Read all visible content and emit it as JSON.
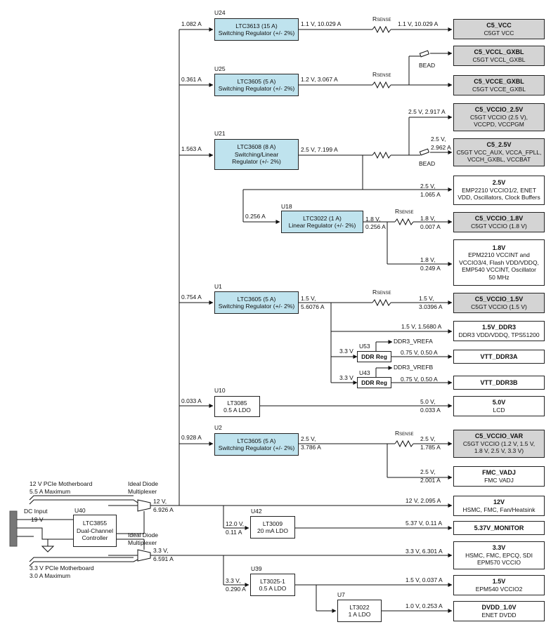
{
  "regulators": {
    "u24": {
      "ref": "U24",
      "line1": "LTC3613 (15 A)",
      "line2": "Switching Regulator (+/- 2%)",
      "in_current": "1.082 A",
      "out": "1.1 V, 10.029 A"
    },
    "u25": {
      "ref": "U25",
      "line1": "LTC3605 (5 A)",
      "line2": "Switching Regulator (+/- 2%)",
      "in_current": "0.361 A",
      "out": "1.2 V, 3.067 A"
    },
    "u21": {
      "ref": "U21",
      "line1": "LTC3608 (8 A)",
      "line2": "Switching/Linear",
      "line3": "Regulator (+/- 2%)",
      "in_current": "1.563 A",
      "out": "2.5 V, 7.199 A"
    },
    "u18": {
      "ref": "U18",
      "line1": "LTC3022 (1 A)",
      "line2": "Linear Regulator (+/- 2%)",
      "in_current": "0.256 A",
      "out_v": "1.8 V,",
      "out_a": "0.256 A"
    },
    "u1": {
      "ref": "U1",
      "line1": "LTC3605 (5 A)",
      "line2": "Switching Regulator (+/- 2%)",
      "in_current": "0.754 A",
      "out_v": "1.5 V,",
      "out_a": "5.6076 A"
    },
    "u10": {
      "ref": "U10",
      "line1": "LT3085",
      "line2": "0.5 A LDO",
      "in_current": "0.033 A"
    },
    "u2": {
      "ref": "U2",
      "line1": "LTC3605 (5 A)",
      "line2": "Switching Regulator (+/- 2%)",
      "in_current": "0.928 A",
      "out_v": "2.5 V,",
      "out_a": "3.786 A"
    },
    "u53": {
      "ref": "U53",
      "label": "DDR Reg",
      "in": "3.3 V",
      "vref": "DDR3_VREFA",
      "out": "0.75 V, 0.50 A"
    },
    "u43": {
      "ref": "U43",
      "label": "DDR Reg",
      "in": "3.3 V",
      "vref": "DDR3_VREFB",
      "out": "0.75 V, 0.50 A"
    },
    "u42": {
      "ref": "U42",
      "line1": "LT3009",
      "line2": "20 mA LDO",
      "in_v": "12.0 V,",
      "in_a": "0.11 A",
      "out": "5.37 V, 0.11 A"
    },
    "u39": {
      "ref": "U39",
      "line1": "LT3025-1",
      "line2": "0.5 A LDO",
      "in_v": "3.3 V,",
      "in_a": "0.290 A",
      "out": "1.5 V, 0.037 A"
    },
    "u7": {
      "ref": "U7",
      "line1": "LT3022",
      "line2": "1 A LDO",
      "out": "1.0 V, 0.253 A"
    },
    "u40": {
      "ref": "U40",
      "line1": "LTC3855",
      "line2": "Dual-Channel",
      "line3": "Controller"
    }
  },
  "labels": {
    "rsense": "R",
    "rsense_sub": "SENSE",
    "bead": "BEAD",
    "dc_input": "DC Input",
    "dc_v": "19 V",
    "pcie12_1": "12 V PCIe Motherboard",
    "pcie12_2": "5.5 A Maximum",
    "pcie33_1": "3.3 V PCIe Motherboard",
    "pcie33_2": "3.0 A Maximum",
    "idm_1": "Ideal Diode",
    "idm_2": "Multiplexer",
    "rail12_v": "12 V,",
    "rail12_a": "6.926 A",
    "rail33_v": "3.3 V,",
    "rail33_a": "6.591 A"
  },
  "branch_labels": {
    "c5vcc": "1.1 V, 10.029 A",
    "vcce": "",
    "vccio25": "2.5 V, 2.917 A",
    "c525_v": "2.5 V,",
    "c525_a": "2.962 A",
    "rail25_v": "2.5 V,",
    "rail25_a": "1.065 A",
    "vccio18_v": "1.8 V,",
    "vccio18_a": "0.007 A",
    "rail18_v": "1.8 V,",
    "rail18_a": "0.249 A",
    "vccio15_v": "1.5 V,",
    "vccio15_a": "3.0396 A",
    "ddr3": "1.5 V, 1.5680 A",
    "lcd_v": "5.0 V,",
    "lcd_a": "0.033 A",
    "vccvar_v": "2.5 V,",
    "vccvar_a": "1.785 A",
    "fmc_v": "2.5 V,",
    "fmc_a": "2.001 A",
    "rail12": "12 V, 2.095 A",
    "rail33": "3.3 V, 6.301 A"
  },
  "loads": {
    "c5_vcc": {
      "title": "C5_VCC",
      "sub": "C5GT VCC"
    },
    "c5_vccl": {
      "title": "C5_VCCL_GXBL",
      "sub": "C5GT VCCL_GXBL"
    },
    "c5_vcce": {
      "title": "C5_VCCE_GXBL",
      "sub": "C5GT VCCE_GXBL"
    },
    "c5_vccio25": {
      "title": "C5_VCCIO_2.5V",
      "sub1": "C5GT VCCIO (2.5 V),",
      "sub2": "VCCPD, VCCPGM"
    },
    "c5_25": {
      "title": "C5_2.5V",
      "sub1": "C5GT VCC_AUX, VCCA_FPLL,",
      "sub2": "VCCH_GXBL, VCCBAT"
    },
    "v25": {
      "title": "2.5V",
      "sub1": "EMP2210 VCCIO1/2, ENET",
      "sub2": "VDD, Oscillators, Clock Buffers"
    },
    "c5_vccio18": {
      "title": "C5_VCCIO_1.8V",
      "sub": "C5GT VCCIO (1.8 V)"
    },
    "v18": {
      "title": "1.8V",
      "sub1": "EPM2210 VCCINT and",
      "sub2": "VCCIO3/4, Flash VDD/VDDQ,",
      "sub3": "EMP540 VCCINT, Oscillator",
      "sub4": "50 MHz"
    },
    "c5_vccio15": {
      "title": "C5_VCCIO_1.5V",
      "sub": "C5GT VCCIO (1.5 V)"
    },
    "ddr3": {
      "title": "1.5V_DDR3",
      "sub": "DDR3 VDD/VDDQ, TPS51200"
    },
    "vtt_a": {
      "title": "VTT_DDR3A"
    },
    "vtt_b": {
      "title": "VTT_DDR3B"
    },
    "v50": {
      "title": "5.0V",
      "sub": "LCD"
    },
    "c5_vccvar": {
      "title": "C5_VCCIO_VAR",
      "sub1": "C5GT VCCIO (1.2 V, 1.5 V,",
      "sub2": "1.8 V, 2.5 V, 3.3 V)"
    },
    "fmc": {
      "title": "FMC_VADJ",
      "sub": "FMC VADJ"
    },
    "v12": {
      "title": "12V",
      "sub": "HSMC, FMC, Fan/Heatsink"
    },
    "mon": {
      "title": "5.37V_MONITOR"
    },
    "v33": {
      "title": "3.3V",
      "sub1": "HSMC, FMC, EPCQ, SDI",
      "sub2": "EPM570 VCCIO"
    },
    "v15": {
      "title": "1.5V",
      "sub": "EPM540 VCCIO2"
    },
    "dvdd": {
      "title": "DVDD_1.0V",
      "sub": "ENET DVDD"
    }
  }
}
